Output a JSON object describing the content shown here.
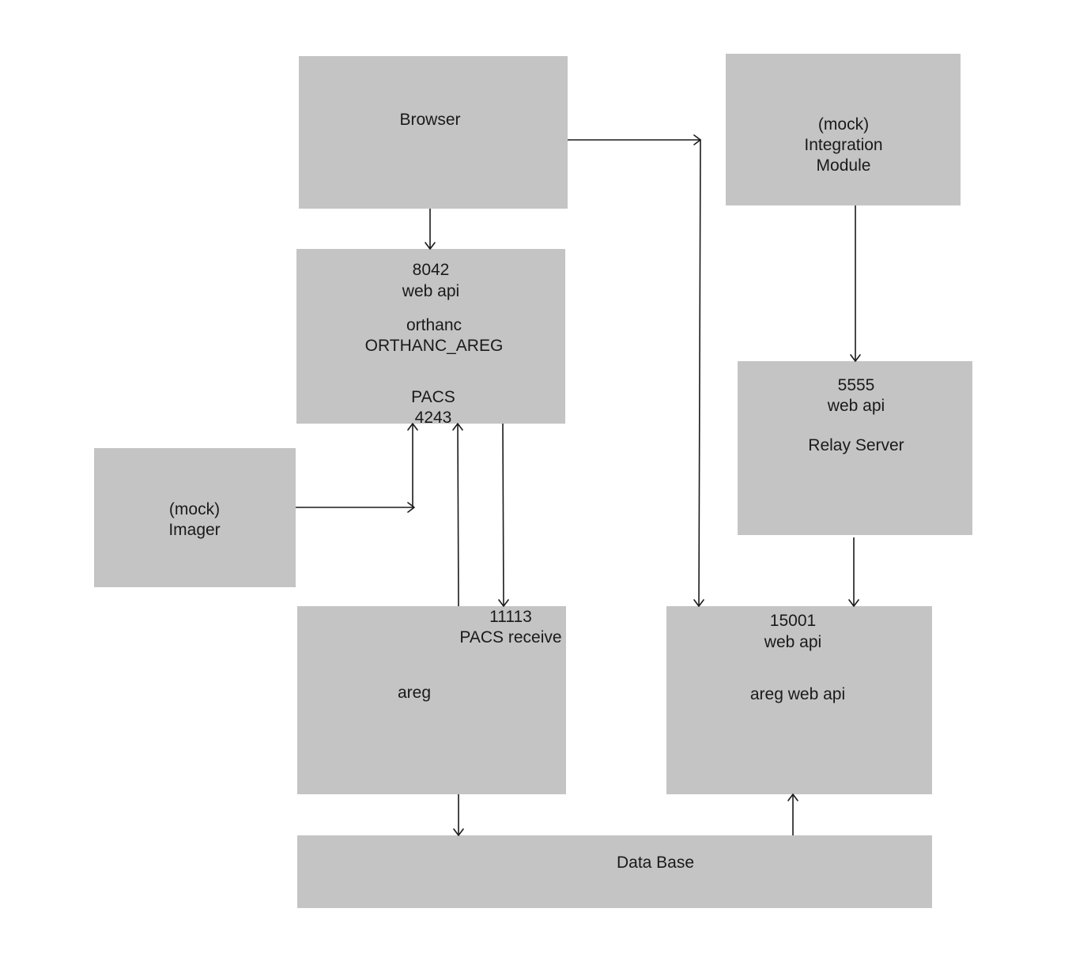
{
  "nodes": {
    "browser": {
      "lines": [
        "Browser"
      ]
    },
    "integration": {
      "lines": [
        "(mock)",
        "Integration",
        "Module"
      ]
    },
    "orthanc": {
      "lines": [
        "8042",
        "web api",
        "orthanc",
        "ORTHANC_AREG",
        "PACS",
        "4243"
      ]
    },
    "relay": {
      "lines": [
        "5555",
        "web api",
        "Relay Server"
      ]
    },
    "imager": {
      "lines": [
        "(mock)",
        "Imager"
      ]
    },
    "areg": {
      "lines": [
        "11113",
        "PACS receive",
        "areg"
      ]
    },
    "areg_web": {
      "lines": [
        "15001",
        "web api",
        "areg web api"
      ]
    },
    "database": {
      "lines": [
        "Data Base"
      ]
    }
  },
  "edges": [
    {
      "from": "browser",
      "to": "orthanc"
    },
    {
      "from": "browser",
      "to": "areg_web"
    },
    {
      "from": "integration",
      "to": "relay"
    },
    {
      "from": "relay",
      "to": "areg_web"
    },
    {
      "from": "imager",
      "to": "orthanc"
    },
    {
      "from": "areg",
      "to": "orthanc"
    },
    {
      "from": "orthanc",
      "to": "areg"
    },
    {
      "from": "areg",
      "to": "database"
    },
    {
      "from": "database",
      "to": "areg_web"
    }
  ]
}
